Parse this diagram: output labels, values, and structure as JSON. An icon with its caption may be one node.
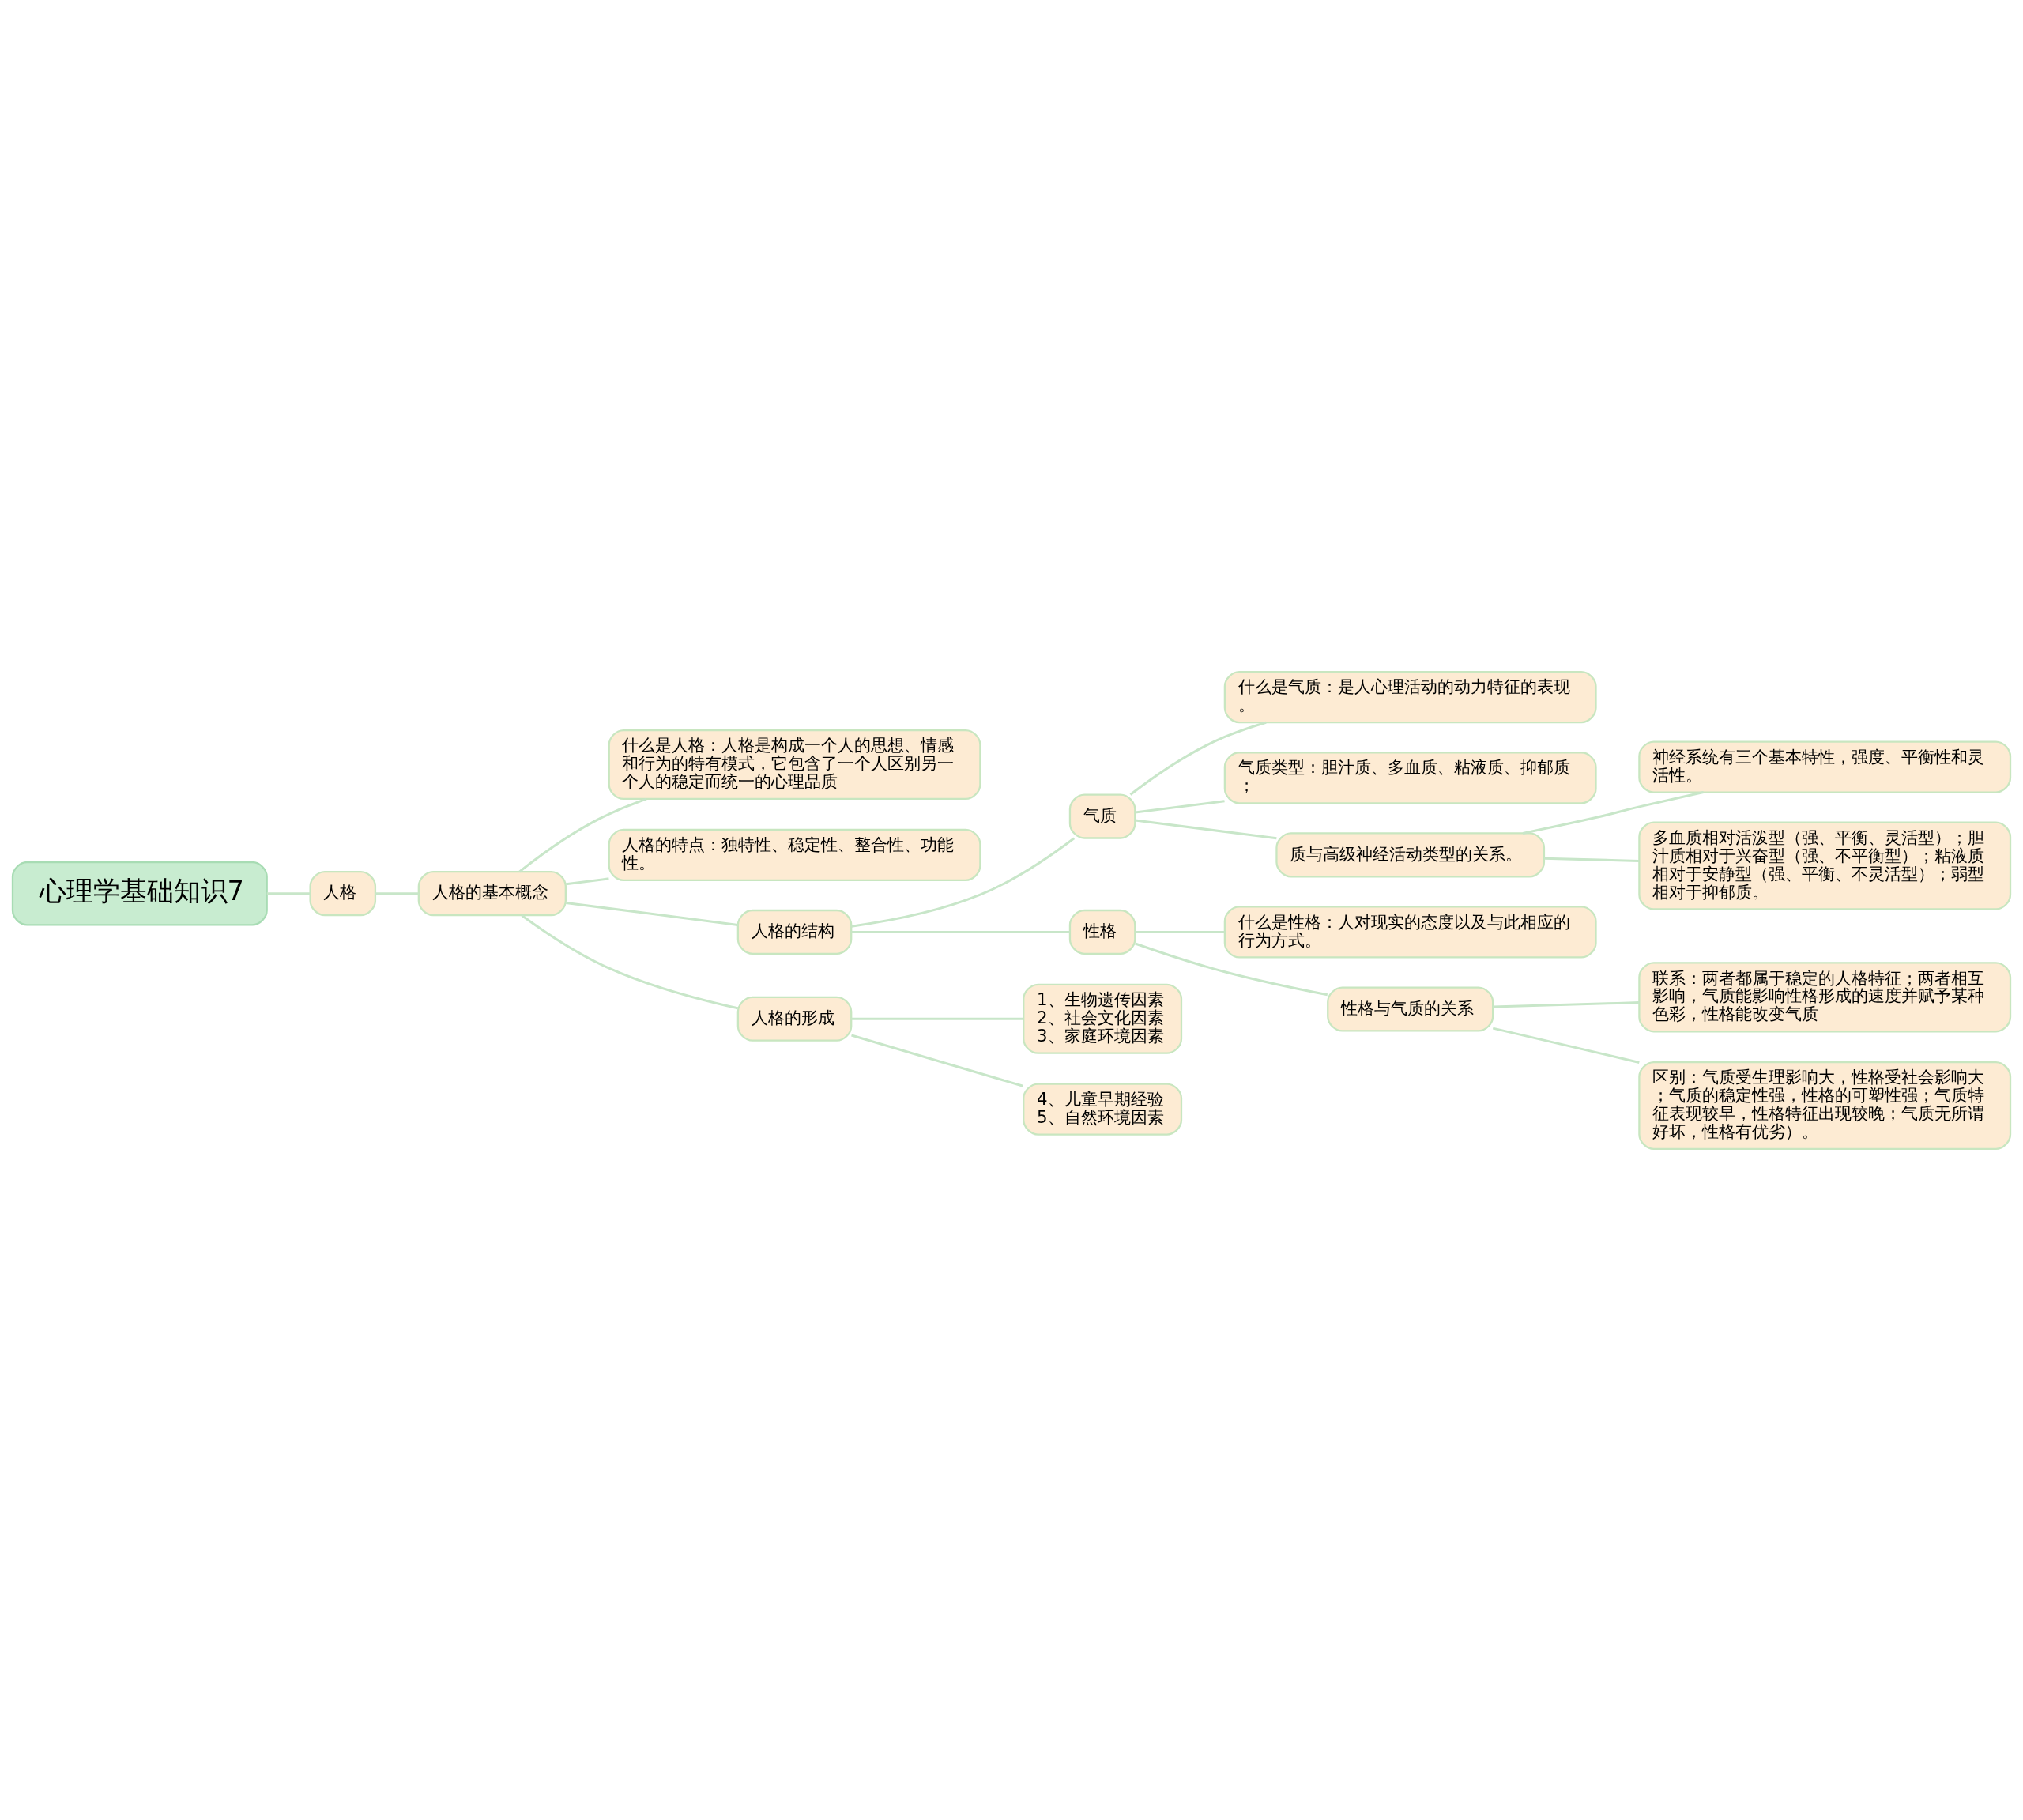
{
  "diagram": {
    "nodes": [
      {
        "text": [
          "心理学基础知识7"
        ]
      },
      {
        "text": [
          "人格"
        ]
      },
      {
        "text": [
          "人格的基本概念"
        ]
      },
      {
        "text": [
          "什么是人格：人格是构成一个人的思想、情感和行为的特有模式，它包含了一个人区别另一个人的稳定而统一的心理品质"
        ]
      },
      {
        "text": [
          "人格的特点：独特性、稳定性、整合性、功能性。"
        ]
      },
      {
        "text": [
          "人格的结构"
        ]
      },
      {
        "text": [
          "气质"
        ]
      },
      {
        "text": [
          "什么是气质：是人心理活动的动力特征的表现。"
        ]
      },
      {
        "text": [
          "气质类型：胆汁质、多血质、粘液质、抑郁质；"
        ]
      },
      {
        "text": [
          "质与高级神经活动类型的关系。"
        ]
      },
      {
        "text": [
          "神经系统有三个基本特性，强度、平衡性和灵活性。"
        ]
      },
      {
        "text": [
          "多血质相对活泼型（强、平衡、灵活型）；胆汁质相对于兴奋型（强、不平衡型）；粘液质相对于安静型（强、平衡、不灵活型）；弱型相对于抑郁质。"
        ]
      },
      {
        "text": [
          "性格"
        ]
      },
      {
        "text": [
          "什么是性格：人对现实的态度以及与此相应的行为方式。"
        ]
      },
      {
        "text": [
          "性格与气质的关系"
        ]
      },
      {
        "text": [
          "联系：两者都属于稳定的人格特征；两者相互影响，气质能影响性格形成的速度并赋予某种色彩，性格能改变气质"
        ]
      },
      {
        "text": [
          "区别：气质受生理影响大，性格受社会影响大；气质的稳定性强，性格的可塑性强；气质特征表现较早，性格特征出现较晚；气质无所谓好坏，性格有优劣）。"
        ]
      },
      {
        "text": [
          "人格的形成"
        ]
      },
      {
        "text": [
          "1、生物遗传因素",
          "2、社会文化因素",
          "3、家庭环境因素"
        ]
      },
      {
        "text": [
          "4、儿童早期经验",
          "5、自然环境因素"
        ]
      }
    ],
    "edges": [
      {
        "from": 0,
        "to": 1,
        "arrow": "none"
      },
      {
        "from": 1,
        "to": 2,
        "arrow": "none"
      },
      {
        "from": 2,
        "to": 3,
        "arrow": "none"
      },
      {
        "from": 2,
        "to": 4,
        "arrow": "none"
      },
      {
        "from": 2,
        "to": 5,
        "arrow": "none"
      },
      {
        "from": 5,
        "to": 6,
        "arrow": "none"
      },
      {
        "from": 6,
        "to": 7,
        "arrow": "none"
      },
      {
        "from": 6,
        "to": 8,
        "arrow": "none"
      },
      {
        "from": 6,
        "to": 9,
        "arrow": "none"
      },
      {
        "from": 9,
        "to": 10,
        "arrow": "none"
      },
      {
        "from": 9,
        "to": 11,
        "arrow": "none"
      },
      {
        "from": 5,
        "to": 12,
        "arrow": "none"
      },
      {
        "from": 12,
        "to": 13,
        "arrow": "none"
      },
      {
        "from": 12,
        "to": 14,
        "arrow": "none"
      },
      {
        "from": 14,
        "to": 15,
        "arrow": "none"
      },
      {
        "from": 14,
        "to": 16,
        "arrow": "none"
      },
      {
        "from": 2,
        "to": 17,
        "arrow": "none"
      },
      {
        "from": 17,
        "to": 18,
        "arrow": "none"
      },
      {
        "from": 17,
        "to": 19,
        "arrow": "none"
      }
    ]
  }
}
